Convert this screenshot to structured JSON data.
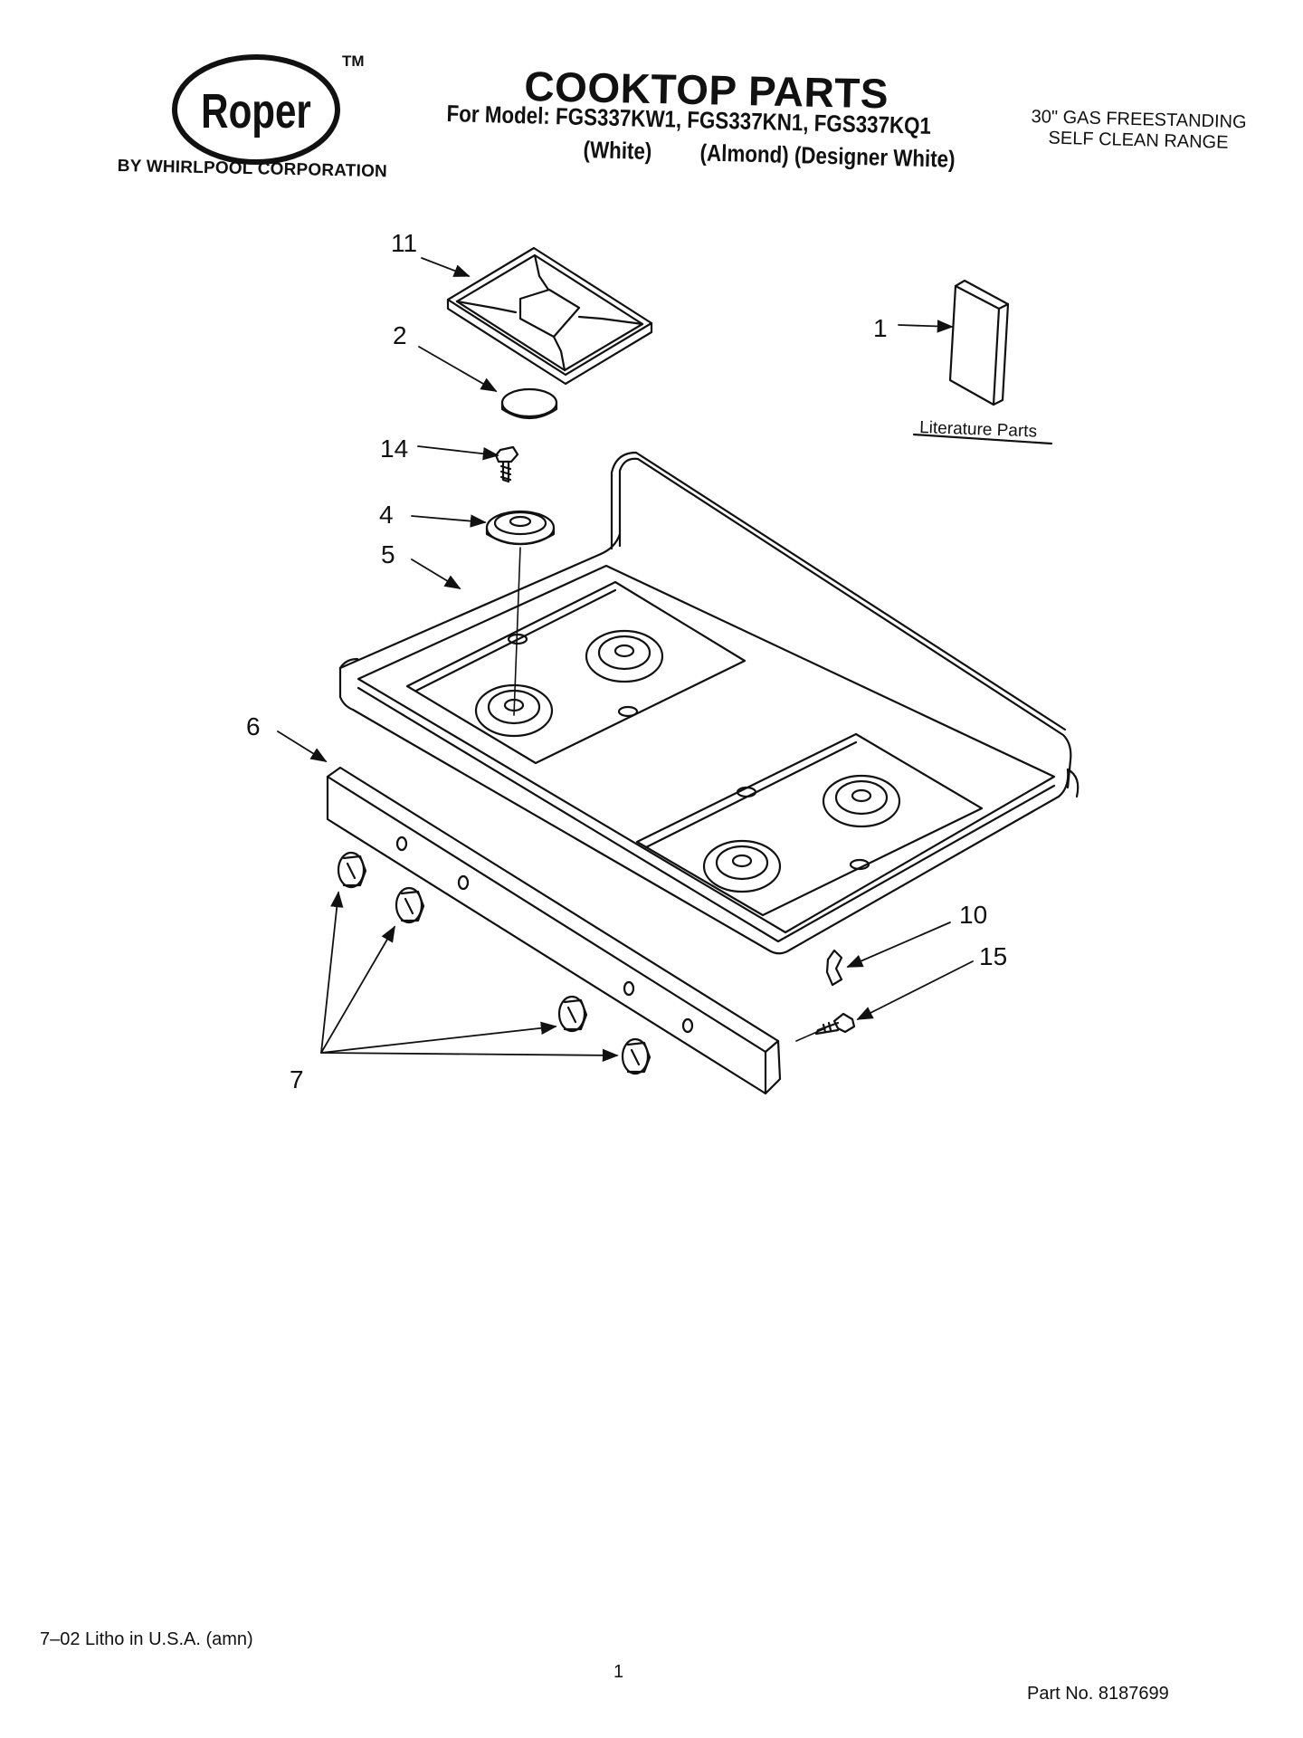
{
  "brand": {
    "logo_text": "Roper",
    "trademark": "TM",
    "corporation": "BY WHIRLPOOL CORPORATION"
  },
  "header": {
    "title": "COOKTOP PARTS",
    "model_line": "For Model: FGS337KW1, FGS337KN1, FGS337KQ1",
    "colors": [
      "(White)",
      "(Almond)",
      "(Designer White)"
    ],
    "range_type_line1": "30\" GAS FREESTANDING",
    "range_type_line2": "SELF CLEAN RANGE"
  },
  "diagram": {
    "callouts": [
      {
        "id": "11",
        "label": "11"
      },
      {
        "id": "2",
        "label": "2"
      },
      {
        "id": "1",
        "label": "1"
      },
      {
        "id": "14",
        "label": "14"
      },
      {
        "id": "4",
        "label": "4"
      },
      {
        "id": "5",
        "label": "5"
      },
      {
        "id": "6",
        "label": "6"
      },
      {
        "id": "10",
        "label": "10"
      },
      {
        "id": "15",
        "label": "15"
      },
      {
        "id": "7",
        "label": "7"
      }
    ],
    "literature_label": "Literature Parts"
  },
  "footer": {
    "litho": "7–02 Litho in U.S.A. (amn)",
    "page": "1",
    "part_number": "Part No. 8187699"
  },
  "colors": {
    "ink": "#111111",
    "paper": "#ffffff"
  }
}
